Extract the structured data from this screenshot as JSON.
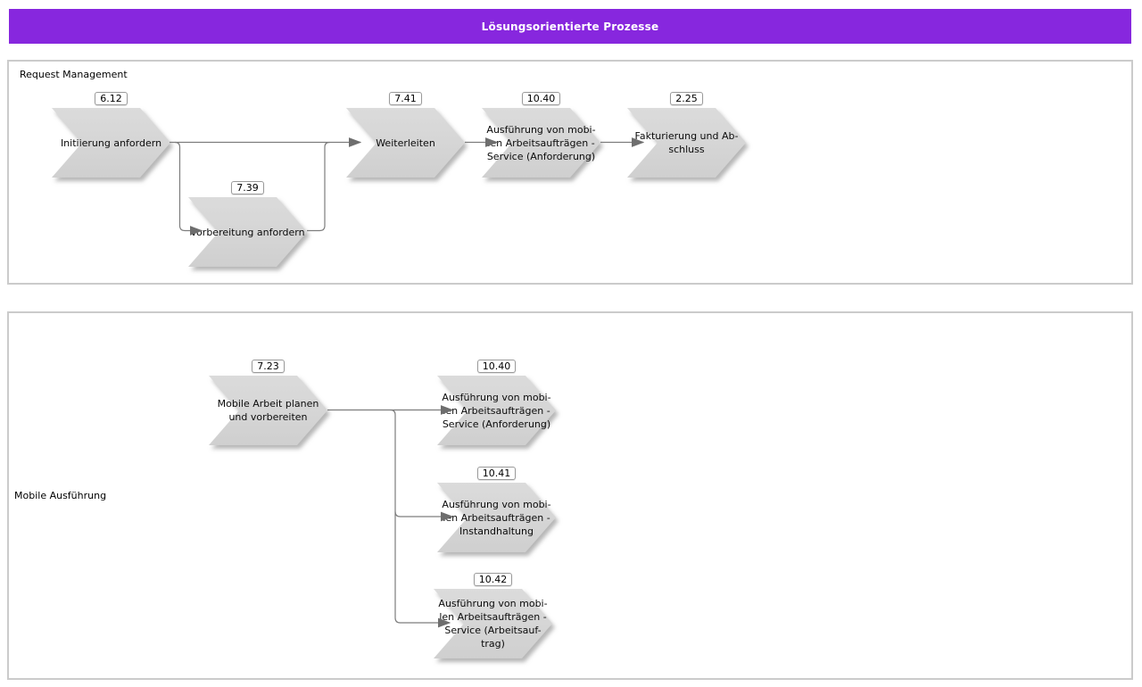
{
  "header": {
    "title": "Lösungsorientierte Prozesse"
  },
  "colors": {
    "accent_purple": "#8727DE",
    "shape_fill": "#d5d5d5",
    "connector_gray": "#7d7d7d",
    "section_border": "#cbcbcb"
  },
  "sections": [
    {
      "label": "Request Management",
      "nodes": [
        {
          "badge": "6.12",
          "label": "Initiierung anfordern"
        },
        {
          "badge": "7.39",
          "label": "Vorbereitung anfordern"
        },
        {
          "badge": "7.41",
          "label": "Weiterleiten"
        },
        {
          "badge": "10.40",
          "label": "Ausführung von mobi-\nlen Arbeitsaufträgen -\nService (Anforderung)"
        },
        {
          "badge": "2.25",
          "label": "Fakturierung und Ab-\nschluss"
        }
      ]
    },
    {
      "label": "Mobile Ausführung",
      "nodes": [
        {
          "badge": "7.23",
          "label": "Mobile Arbeit planen\nund vorbereiten"
        },
        {
          "badge": "10.40",
          "label": "Ausführung von mobi-\nlen Arbeitsaufträgen -\nService (Anforderung)"
        },
        {
          "badge": "10.41",
          "label": "Ausführung von mobi-\nlen Arbeitsaufträgen -\nInstandhaltung"
        },
        {
          "badge": "10.42",
          "label": "Ausführung von mobi-\nlen Arbeitsaufträgen -\nService (Arbeitsauf-\ntrag)"
        }
      ]
    }
  ]
}
